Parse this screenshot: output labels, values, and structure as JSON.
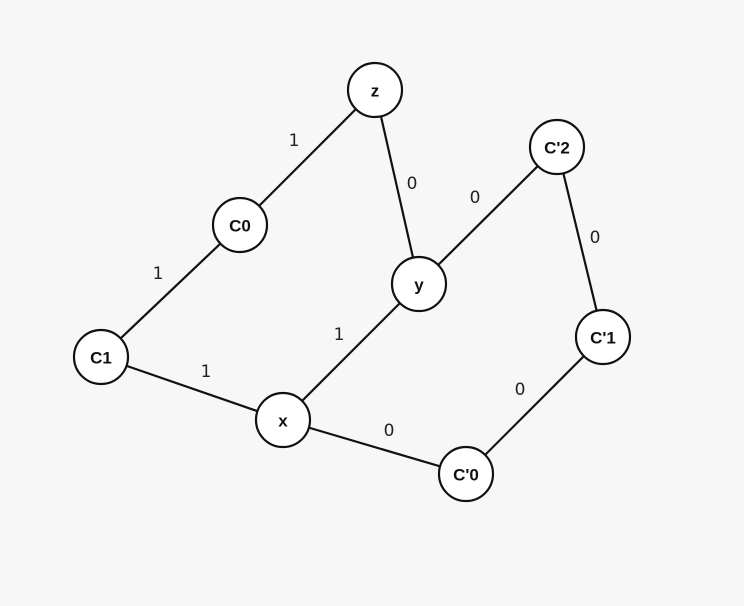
{
  "background_color": "#f7f7f7",
  "line_color": "#111111",
  "nodes": [
    {
      "id": "z",
      "label": "z"
    },
    {
      "id": "C0",
      "label": "C0"
    },
    {
      "id": "C1",
      "label": "C1"
    },
    {
      "id": "x",
      "label": "x"
    },
    {
      "id": "y",
      "label": "y"
    },
    {
      "id": "C'2",
      "label": "C'2"
    },
    {
      "id": "C'1",
      "label": "C'1"
    },
    {
      "id": "C'0",
      "label": "C'0"
    }
  ],
  "edges": [
    {
      "from": "z",
      "to": "C0",
      "label": "1"
    },
    {
      "from": "z",
      "to": "y",
      "label": "0"
    },
    {
      "from": "C0",
      "to": "C1",
      "label": "1"
    },
    {
      "from": "C1",
      "to": "x",
      "label": "1"
    },
    {
      "from": "x",
      "to": "y",
      "label": "1"
    },
    {
      "from": "y",
      "to": "C'2",
      "label": "0"
    },
    {
      "from": "C'2",
      "to": "C'1",
      "label": "0"
    },
    {
      "from": "C'1",
      "to": "C'0",
      "label": "0"
    },
    {
      "from": "x",
      "to": "C'0",
      "label": "0"
    }
  ]
}
